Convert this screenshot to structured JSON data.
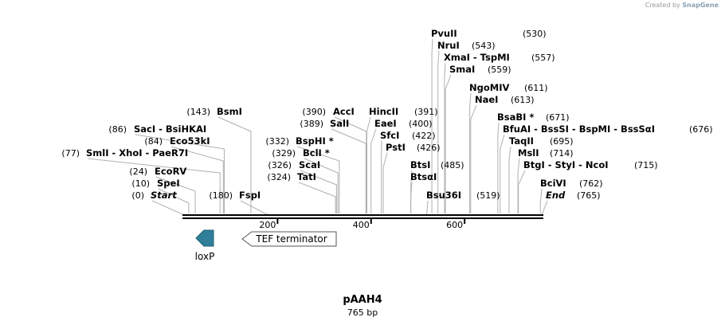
{
  "header": {
    "credit_prefix": "Created by",
    "credit_brand": "SnapGene"
  },
  "plasmid": {
    "name": "pAAH4",
    "length_text": "765 bp",
    "length": 765
  },
  "ruler": {
    "ticks": [
      200,
      400,
      600
    ]
  },
  "features": [
    {
      "name": "loxP",
      "start": 40,
      "end": 74,
      "direction": "reverse",
      "color": "#2f7f9a"
    },
    {
      "name": "TEF terminator",
      "start": 127,
      "end": 327,
      "direction": "reverse",
      "color": "#ffffff"
    }
  ],
  "site_rows": [
    {
      "text": "PvuII",
      "pos": "(530)",
      "sites": [
        530
      ]
    },
    {
      "text": "NruI",
      "pos": "(543)",
      "sites": [
        543
      ]
    },
    {
      "text": "XmaI - TspMI",
      "pos": "(557)",
      "sites": [
        557
      ]
    },
    {
      "text": "SmaI",
      "pos": "(559)",
      "sites": [
        559
      ]
    },
    {
      "text": "NgoMIV",
      "pos": "(611)",
      "sites": [
        611
      ]
    },
    {
      "text": "NaeI",
      "pos": "(613)",
      "sites": [
        613
      ]
    },
    {
      "text": "BsaBI *",
      "pos": "(671)",
      "sites": [
        671
      ]
    },
    {
      "text": "BfuAI - BssSI - BspMI - BssSαI",
      "pos": "(676)",
      "sites": [
        676
      ]
    },
    {
      "text": "TaqII",
      "pos": "(695)",
      "sites": [
        695
      ]
    },
    {
      "text": "MslI",
      "pos": "(714)",
      "sites": [
        714
      ]
    },
    {
      "text": "BtgI - StyI - NcoI",
      "pos": "(715)",
      "sites": [
        715
      ]
    },
    {
      "text": "BciVI",
      "pos": "(762)",
      "sites": [
        762
      ]
    },
    {
      "text": "End",
      "pos": "(765)",
      "sites": [
        765
      ]
    },
    {
      "text": "AccI",
      "pos": "(390)",
      "sites": [
        390
      ]
    },
    {
      "text": "SalI",
      "pos": "(389)",
      "sites": [
        389
      ]
    },
    {
      "text": "HincII",
      "pos": "(391)",
      "sites": [
        391
      ]
    },
    {
      "text": "EaeI",
      "pos": "(400)",
      "sites": [
        400
      ]
    },
    {
      "text": "SfcI",
      "pos": "(422)",
      "sites": [
        422
      ]
    },
    {
      "text": "PstI",
      "pos": "(426)",
      "sites": [
        426
      ]
    },
    {
      "text": "BtsI",
      "pos": "(485)",
      "sites": [
        485
      ]
    },
    {
      "text": "BtsαI",
      "pos": "",
      "sites": [
        485
      ]
    },
    {
      "text": "Bsu36I",
      "pos": "(519)",
      "sites": [
        519
      ]
    },
    {
      "text": "BsmI",
      "pos": "(143)",
      "sites": [
        143
      ]
    },
    {
      "text": "SacI - BsiHKAI",
      "pos": "(86)",
      "sites": [
        86
      ]
    },
    {
      "text": "Eco53kI",
      "pos": "(84)",
      "sites": [
        84
      ]
    },
    {
      "text": "SmlI - XhoI - PaeR7I",
      "pos": "(77)",
      "sites": [
        77
      ]
    },
    {
      "text": "EcoRV",
      "pos": "(24)",
      "sites": [
        24
      ]
    },
    {
      "text": "SpeI",
      "pos": "(10)",
      "sites": [
        10
      ]
    },
    {
      "text": "Start",
      "pos": "(0)",
      "sites": [
        0
      ]
    },
    {
      "text": "FspI",
      "pos": "(180)",
      "sites": [
        180
      ]
    },
    {
      "text": "BspHI *",
      "pos": "(332)",
      "sites": [
        332
      ]
    },
    {
      "text": "BclI *",
      "pos": "(329)",
      "sites": [
        329
      ]
    },
    {
      "text": "ScaI",
      "pos": "(326)",
      "sites": [
        326
      ]
    },
    {
      "text": "TatI",
      "pos": "(324)",
      "sites": [
        324
      ]
    }
  ]
}
